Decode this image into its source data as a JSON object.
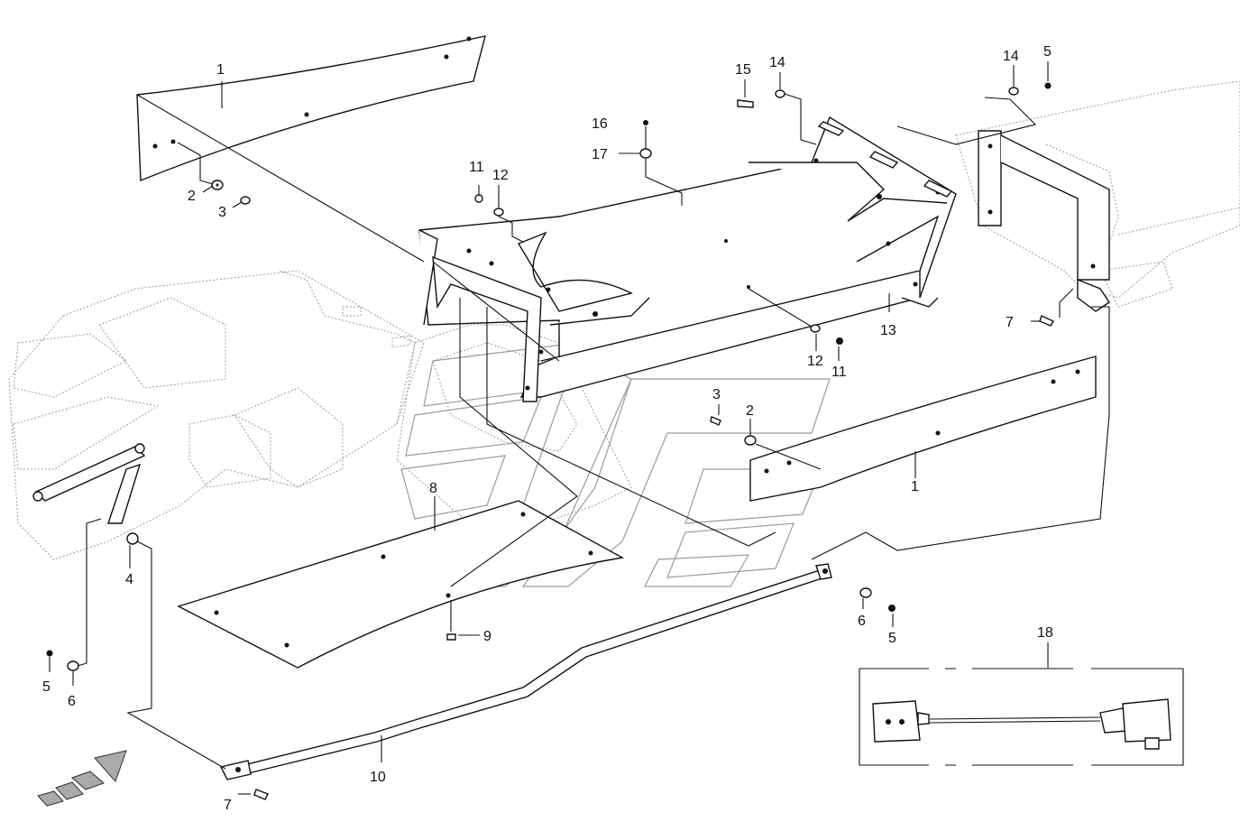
{
  "diagram": {
    "callouts": [
      {
        "id": "c1a",
        "text": "1"
      },
      {
        "id": "c1b",
        "text": "1"
      },
      {
        "id": "c2a",
        "text": "2"
      },
      {
        "id": "c2b",
        "text": "2"
      },
      {
        "id": "c3a",
        "text": "3"
      },
      {
        "id": "c3b",
        "text": "3"
      },
      {
        "id": "c4",
        "text": "4"
      },
      {
        "id": "c5a",
        "text": "5"
      },
      {
        "id": "c5b",
        "text": "5"
      },
      {
        "id": "c5c",
        "text": "5"
      },
      {
        "id": "c6a",
        "text": "6"
      },
      {
        "id": "c6b",
        "text": "6"
      },
      {
        "id": "c7a",
        "text": "7"
      },
      {
        "id": "c7b",
        "text": "7"
      },
      {
        "id": "c8",
        "text": "8"
      },
      {
        "id": "c9",
        "text": "9"
      },
      {
        "id": "c10",
        "text": "10"
      },
      {
        "id": "c11a",
        "text": "11"
      },
      {
        "id": "c11b",
        "text": "11"
      },
      {
        "id": "c12a",
        "text": "12"
      },
      {
        "id": "c12b",
        "text": "12"
      },
      {
        "id": "c13",
        "text": "13"
      },
      {
        "id": "c14a",
        "text": "14"
      },
      {
        "id": "c14b",
        "text": "14"
      },
      {
        "id": "c15",
        "text": "15"
      },
      {
        "id": "c16",
        "text": "16"
      },
      {
        "id": "c17",
        "text": "17"
      },
      {
        "id": "c18",
        "text": "18"
      }
    ],
    "colors": {
      "line": "#111111",
      "ghost": "#9a9a9a",
      "background": "#ffffff"
    }
  }
}
